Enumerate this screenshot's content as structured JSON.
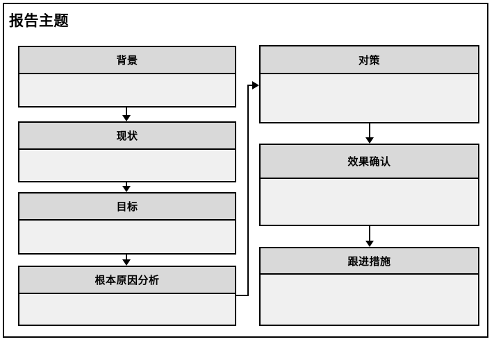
{
  "document": {
    "title": "报告主题"
  },
  "theme": {
    "header_fill": "#d9d9d9",
    "body_fill": "#f0f0f0",
    "border": "#000000",
    "page_background": "#ffffff"
  },
  "left_column": {
    "nodes": [
      {
        "header": "背景",
        "body": ""
      },
      {
        "header": "现状",
        "body": ""
      },
      {
        "header": "目标",
        "body": ""
      },
      {
        "header": "根本原因分析",
        "body": ""
      }
    ]
  },
  "right_column": {
    "nodes": [
      {
        "header": "对策",
        "body": ""
      },
      {
        "header": "效果确认",
        "body": ""
      },
      {
        "header": "跟进措施",
        "body": ""
      }
    ]
  },
  "connectors": [
    {
      "name": "background-to-status",
      "kind": "arrow-down"
    },
    {
      "name": "status-to-goal",
      "kind": "arrow-down"
    },
    {
      "name": "goal-to-root-cause",
      "kind": "arrow-down"
    },
    {
      "name": "root-cause-to-countermeasure",
      "kind": "elbow-right-up"
    },
    {
      "name": "countermeasure-to-effect",
      "kind": "arrow-down"
    },
    {
      "name": "effect-to-followup",
      "kind": "arrow-down"
    }
  ]
}
